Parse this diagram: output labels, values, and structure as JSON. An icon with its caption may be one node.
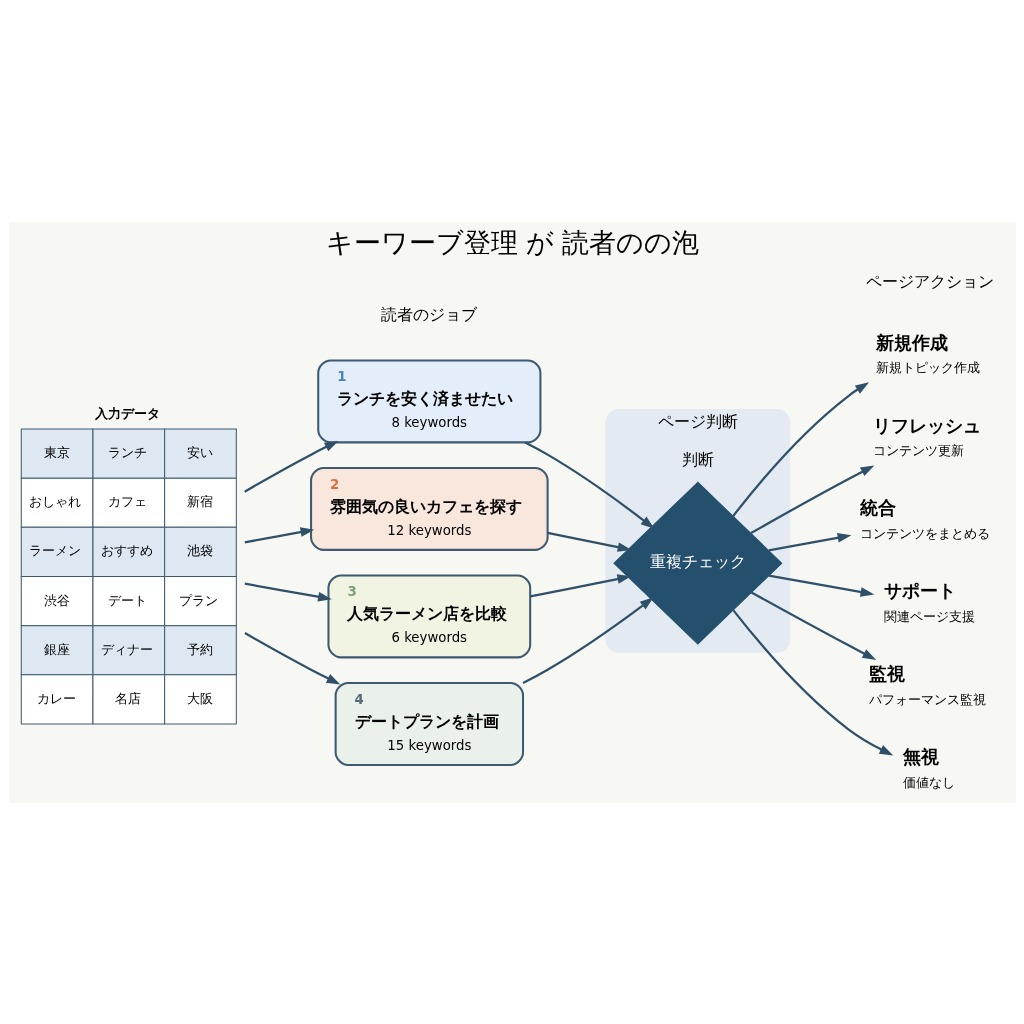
{
  "diagram": {
    "title": "キーワーブ登理 が 読者のの泡",
    "nodes": [
      {
        "text": [
          "入力データ",
          "東京",
          "ランチ",
          "安い",
          "おしゃれ",
          "カフェ",
          "新宿",
          "ラーメン",
          "おすすめ",
          "池袋",
          "渋谷",
          "デート",
          "プラン",
          "銀座",
          "ディナー",
          "予約",
          "カレー",
          "名店",
          "大阪"
        ]
      },
      {
        "text": [
          "1",
          "ランチを安く済ませたい",
          "8 keywords"
        ]
      },
      {
        "text": [
          "2",
          "雰囲気の良いカフェを探す",
          "12 keywords"
        ]
      },
      {
        "text": [
          "3",
          "人気ラーメン店を比較",
          "6 keywords"
        ]
      },
      {
        "text": [
          "4",
          "デートプランを計画",
          "15 keywords"
        ]
      },
      {
        "text": [
          "ページ判断",
          "判断"
        ]
      },
      {
        "text": [
          "重複チェック"
        ],
        "in": 5
      },
      {
        "text": [
          "新規作成",
          "新規トピック作成"
        ]
      },
      {
        "text": [
          "リフレッシュ",
          "コンテンツ更新"
        ]
      },
      {
        "text": [
          "統合",
          "コンテンツをまとめる"
        ]
      },
      {
        "text": [
          "サポート",
          "関連ページ支援"
        ]
      },
      {
        "text": [
          "監視",
          "パフォーマンス監視"
        ]
      },
      {
        "text": [
          "無視",
          "価値なし"
        ]
      }
    ],
    "edges": [
      {
        "from": 0,
        "to": 1,
        "arrow": "to"
      },
      {
        "from": 0,
        "to": 2,
        "arrow": "to"
      },
      {
        "from": 0,
        "to": 3,
        "arrow": "to"
      },
      {
        "from": 0,
        "to": 4,
        "arrow": "to"
      },
      {
        "from": 1,
        "to": 6,
        "arrow": "to"
      },
      {
        "from": 2,
        "to": 6,
        "arrow": "to"
      },
      {
        "from": 3,
        "to": 6,
        "arrow": "to"
      },
      {
        "from": 4,
        "to": 6,
        "arrow": "to"
      },
      {
        "from": 6,
        "to": 7,
        "arrow": "to"
      },
      {
        "from": 6,
        "to": 8,
        "arrow": "to"
      },
      {
        "from": 6,
        "to": 9,
        "arrow": "to"
      },
      {
        "from": 6,
        "to": 10,
        "arrow": "to"
      },
      {
        "from": 6,
        "to": 11,
        "arrow": "to"
      },
      {
        "from": 6,
        "to": 12,
        "arrow": "to"
      }
    ],
    "labels": [
      "読者のジョブ",
      "ページアクション"
    ]
  }
}
